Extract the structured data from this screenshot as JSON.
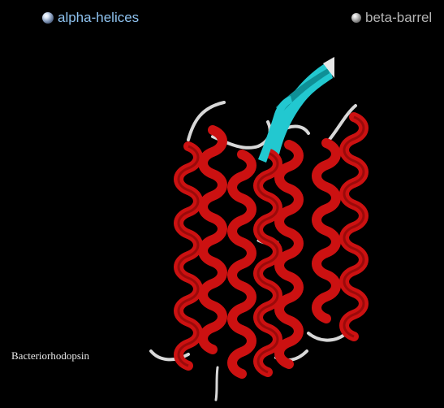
{
  "options": {
    "alpha": {
      "label": "alpha-helices",
      "icon": "radio-sphere-icon",
      "color": "#8fc3f0"
    },
    "beta": {
      "label": "beta-barrel",
      "icon": "radio-sphere-icon",
      "color": "#b4b4b4"
    }
  },
  "model": {
    "caption": "Bacteriorhodopsin",
    "colors": {
      "helix": "#cc1111",
      "helix_dark": "#7a0606",
      "sheet": "#22c8d0",
      "loop": "#d8d8d8",
      "background": "#000000"
    }
  }
}
